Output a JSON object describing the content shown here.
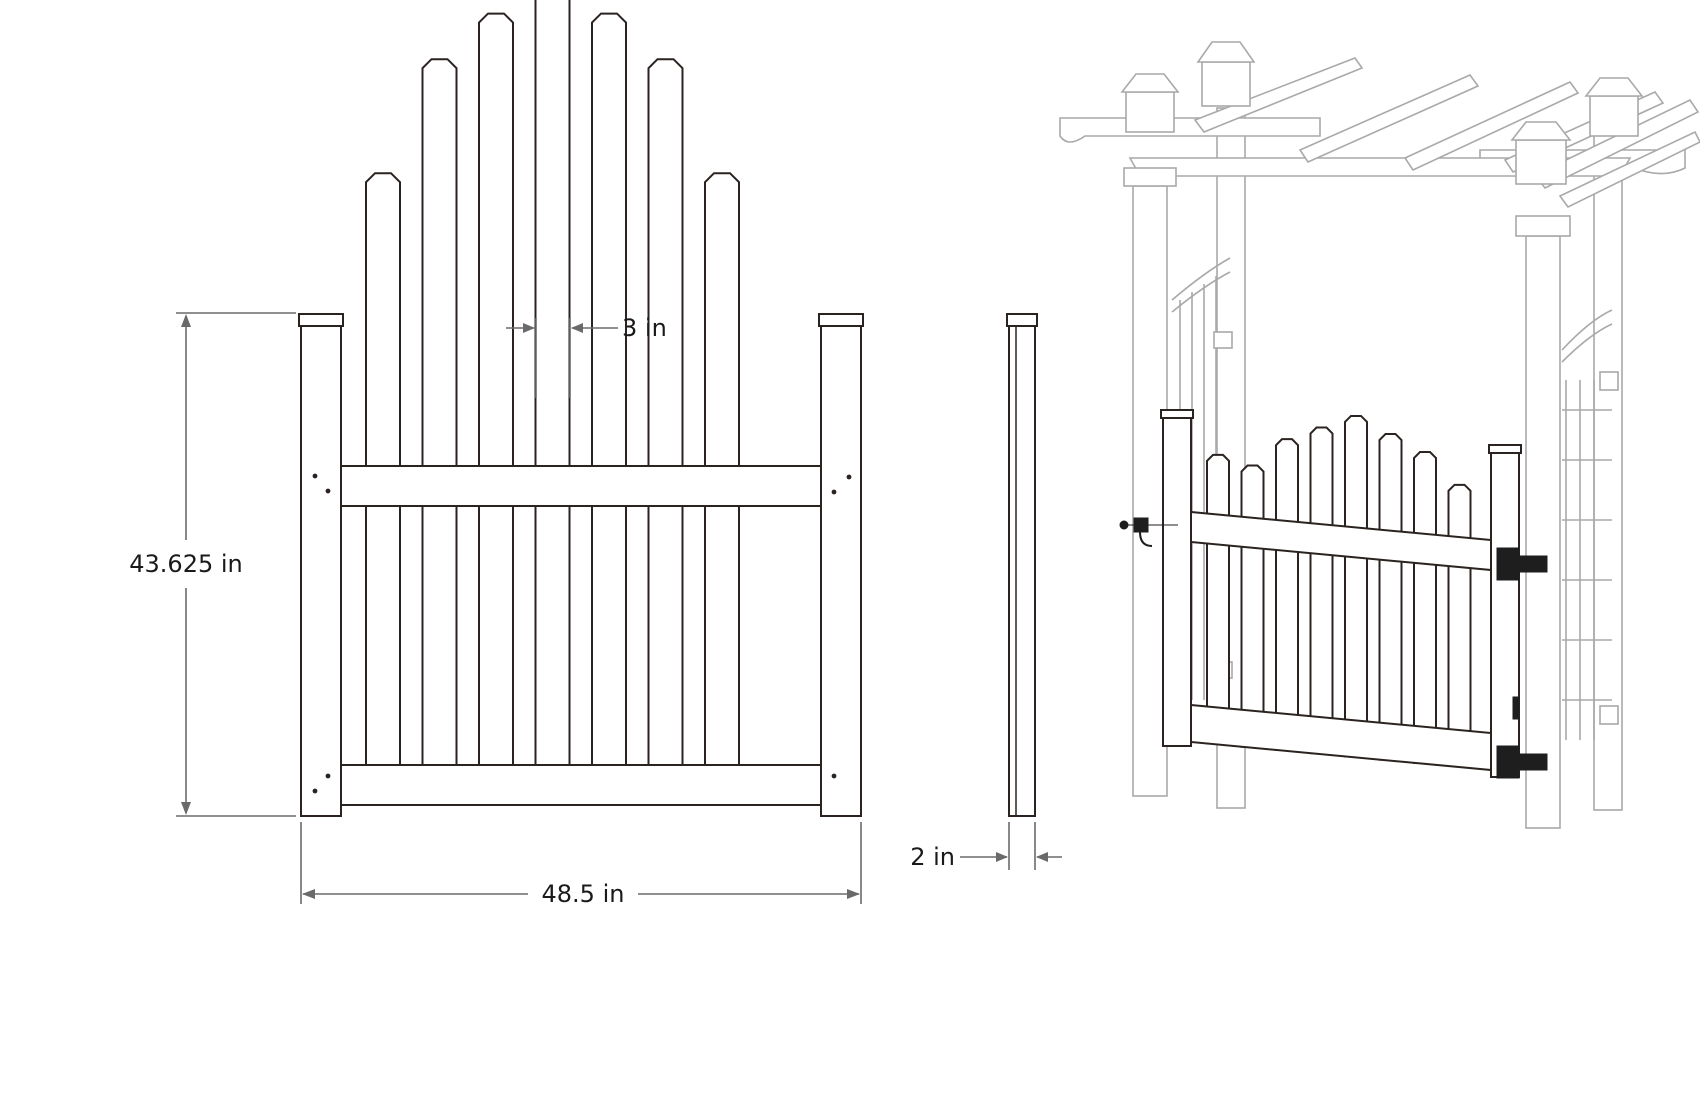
{
  "dimensions": {
    "height": "43.625 in",
    "width": "48.5 in",
    "picket_gap": "3 in",
    "depth": "2 in"
  },
  "pickets": {
    "front_tops": [
      52,
      62,
      66,
      70,
      66,
      62,
      52
    ],
    "arbor_tops": [
      39,
      38,
      42,
      44,
      46,
      44,
      42,
      38
    ]
  },
  "colors": {
    "ink": "#2a2320",
    "dimension": "#6a6a6a",
    "arbor": "#a9a9a9",
    "hardware": "#1e1e1e"
  }
}
